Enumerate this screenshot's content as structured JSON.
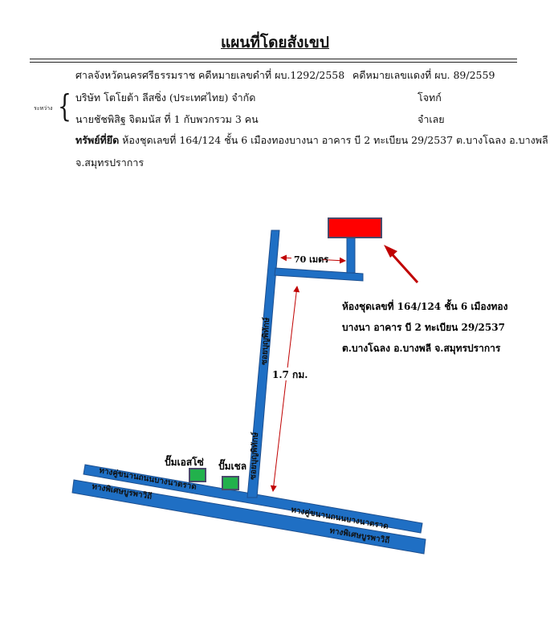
{
  "header": {
    "title": "แผนที่โดยสังเขป",
    "court": "ศาลจังหวัดนครศรีธรรมราช",
    "black_case": "คดีหมายเลขดำที่ ผบ.1292/2558",
    "red_case": "คดีหมายเลขแดงที่ ผบ. 89/2559",
    "between_label": "ระหว่าง",
    "plaintiff_name": "บริษัท โตโยต้า ลีสซิ่ง (ประเทศไทย) จำกัด",
    "plaintiff_role": "โจทก์",
    "defendant_name": "นายชัชพิสิฐ จิตมนัส ที่ 1 กับพวกรวม 3 คน",
    "defendant_role": "จำเลย",
    "property_label": "ทรัพย์ที่ยึด",
    "property_line1": " ห้องชุดเลขที่ 164/124 ชั้น 6 เมืองทองบางนา อาคาร บี 2 ทะเบียน 29/2537 ต.บางโฉลง อ.บางพลี",
    "property_line2": "จ.สมุทรปราการ"
  },
  "map": {
    "distance_short": "70 เมตร",
    "distance_long": "1.7 กม.",
    "callout_line1": "ห้องชุดเลขที่ 164/124 ชั้น 6 เมืองทอง",
    "callout_line2": "บางนา อาคาร บี 2 ทะเบียน 29/2537",
    "callout_line3": "ต.บางโฉลง อ.บางพลี จ.สมุทรปราการ",
    "soi_label": "ซอยบุญพิทักษ์",
    "station1": "ปั๊มเอสโซ่",
    "station2": "ปั๊มเชล",
    "frontage_road": "ทางคู่ขนานถนนบางนาตราด",
    "frontage_road_right": "ทางคู่ขนานถนนบางนาตราด",
    "main_road": "ทางพิเศษบูรพาวิถี",
    "main_road_right": "ทางพิเศษบูรพาวิถี",
    "colors": {
      "road": "#1f6fc4",
      "road_outline": "#1d4f8f",
      "building": "#ff0000",
      "station": "#22b14c",
      "arrow": "#c00000"
    }
  }
}
